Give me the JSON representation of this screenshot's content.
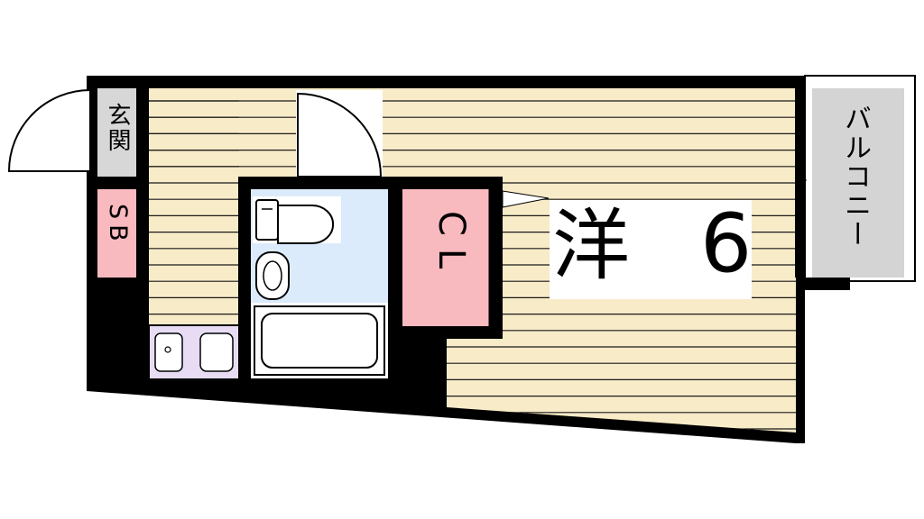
{
  "rooms": {
    "entrance": "玄関",
    "shoe_box": "SB",
    "closet": "CL",
    "main_room_type": "洋",
    "main_room_size": "6",
    "balcony": "バルコニー"
  },
  "colors": {
    "wall": "#000000",
    "floor": "#f8ebc8",
    "floor_line": "#1a1a1a",
    "bath": "#dbebfb",
    "closet": "#f8b9bf",
    "shoe_box": "#f8b9bf",
    "kitchen": "#e8dcf4",
    "entrance": "#d7d7d7",
    "balcony": "#d4d4d4"
  },
  "icons": [
    "door-swing-icon",
    "toilet-icon",
    "washbasin-icon",
    "bathtub-icon",
    "sink-icon",
    "stove-icon"
  ]
}
